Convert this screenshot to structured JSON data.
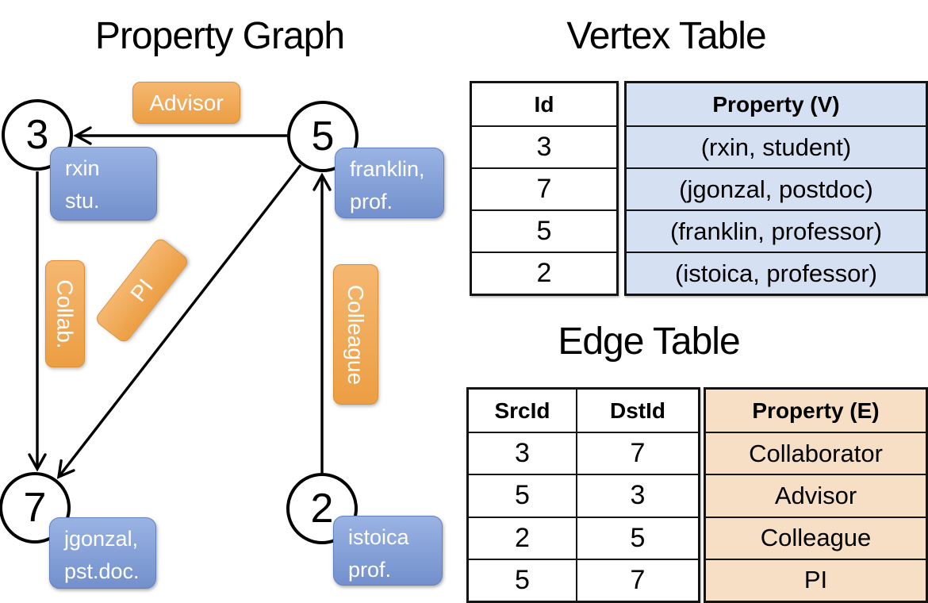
{
  "panel_graph": {
    "title": "Property Graph",
    "nodes": {
      "n3": "3",
      "n5": "5",
      "n7": "7",
      "n2": "2"
    },
    "vertex_boxes": {
      "rxin": {
        "line1": "rxin",
        "line2": "stu."
      },
      "franklin": {
        "line1": "franklin,",
        "line2": "prof."
      },
      "jgonzal": {
        "line1": "jgonzal,",
        "line2": "pst.doc."
      },
      "istoica": {
        "line1": "istoica",
        "line2": "prof."
      }
    },
    "edge_boxes": {
      "advisor": "Advisor",
      "collab": "Collab.",
      "pi": "PI",
      "colleague": "Colleague"
    }
  },
  "vertex_table": {
    "title": "Vertex Table",
    "col_id": "Id",
    "col_property": "Property (V)",
    "rows": [
      {
        "id": "3",
        "property": "(rxin, student)"
      },
      {
        "id": "7",
        "property": "(jgonzal, postdoc)"
      },
      {
        "id": "5",
        "property": "(franklin, professor)"
      },
      {
        "id": "2",
        "property": "(istoica, professor)"
      }
    ]
  },
  "edge_table": {
    "title": "Edge Table",
    "col_src": "SrcId",
    "col_dst": "DstId",
    "col_property": "Property (E)",
    "rows": [
      {
        "src": "3",
        "dst": "7",
        "property": "Collaborator"
      },
      {
        "src": "5",
        "dst": "3",
        "property": "Advisor"
      },
      {
        "src": "2",
        "dst": "5",
        "property": "Colleague"
      },
      {
        "src": "5",
        "dst": "7",
        "property": "PI"
      }
    ]
  },
  "colors": {
    "edge_label_fill_top": "#F5B770",
    "edge_label_fill_bottom": "#EC9E43",
    "edge_label_border": "#D98F33",
    "vertex_label_fill_top": "#99B3E3",
    "vertex_label_fill_bottom": "#7390CD",
    "vertex_label_border": "#6380C0",
    "vertex_property_fill": "#D5E0F3",
    "edge_property_fill": "#F6DFC4",
    "line_color": "#000000"
  }
}
